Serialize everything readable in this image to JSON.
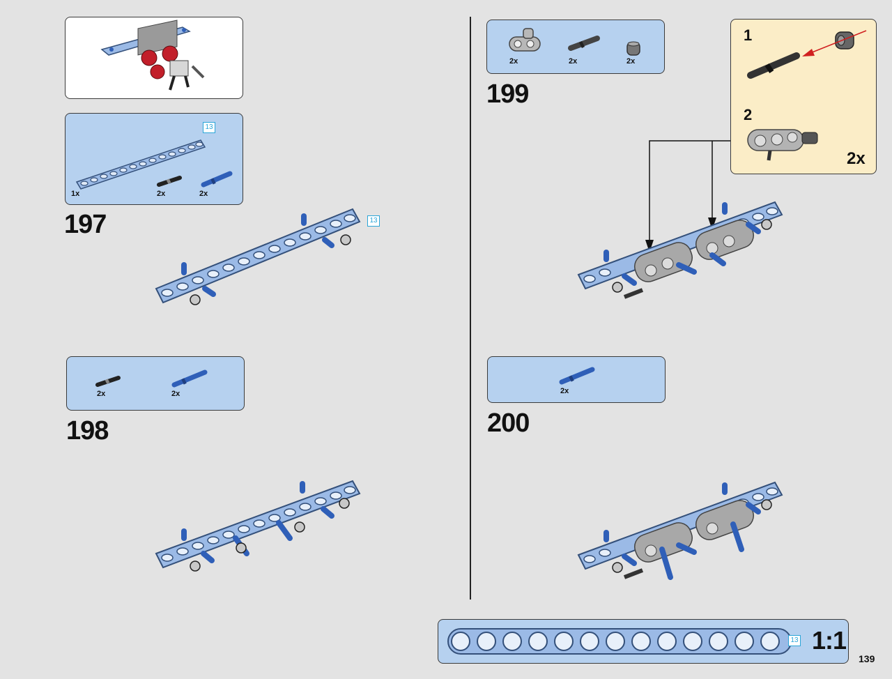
{
  "page": {
    "number": "139",
    "scale_label": "1:1",
    "scale_length_tag": "13"
  },
  "steps": [
    {
      "number": "197",
      "parts": [
        {
          "qty": "1x"
        },
        {
          "qty": "2x"
        },
        {
          "qty": "2x"
        }
      ],
      "length_tag": "13",
      "model_length_tag": "13"
    },
    {
      "number": "198",
      "parts": [
        {
          "qty": "2x"
        },
        {
          "qty": "2x"
        }
      ]
    },
    {
      "number": "199",
      "parts": [
        {
          "qty": "2x"
        },
        {
          "qty": "2x"
        },
        {
          "qty": "2x"
        }
      ],
      "subassembly": {
        "step1": "1",
        "step2": "2",
        "multiplier": "2x"
      }
    },
    {
      "number": "200",
      "parts": [
        {
          "qty": "2x"
        }
      ]
    }
  ],
  "colors": {
    "background": "#e3e3e3",
    "parts_panel": "#b6d1ef",
    "subassembly_panel": "#fbedc7",
    "beam": "#9bbae6",
    "pin_blue": "#2f5fb8",
    "length_tag": "#2aa5d8",
    "arrow_red": "#d02020"
  },
  "icons": [
    "technic-beam",
    "technic-pin-black",
    "technic-axle-pin-blue",
    "technic-bush",
    "technic-connector-gray",
    "assembly-arrow"
  ]
}
